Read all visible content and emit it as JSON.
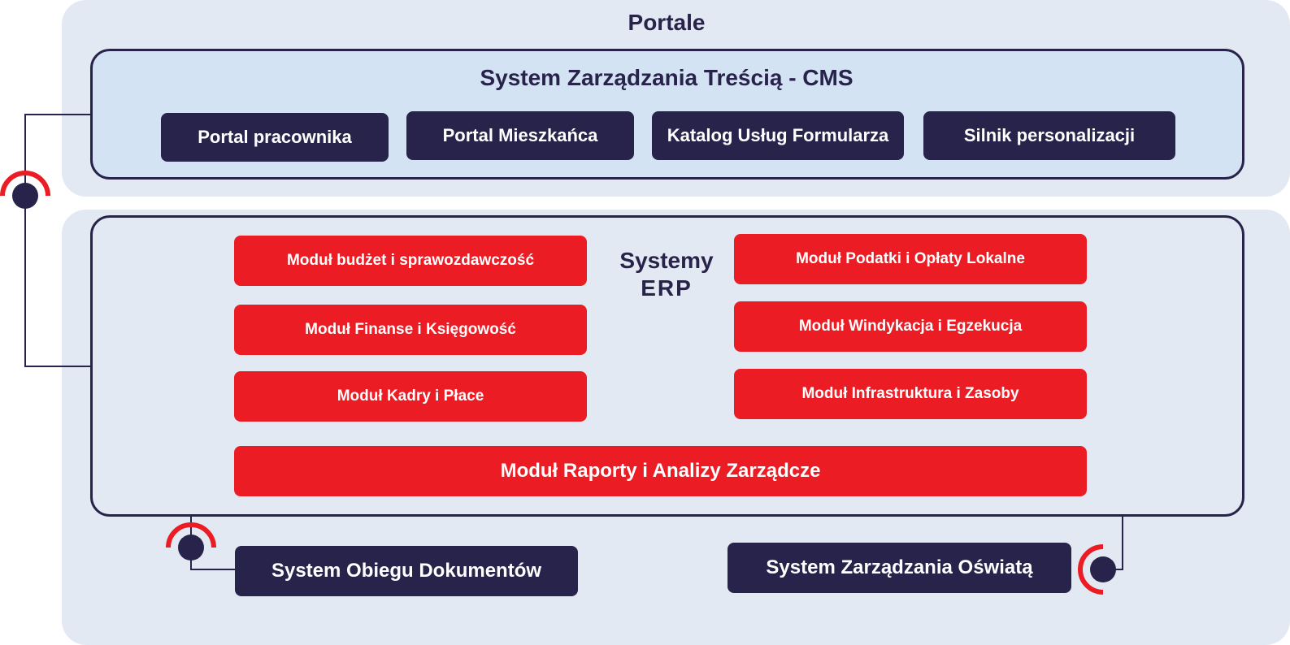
{
  "colors": {
    "navy": "#27234a",
    "red": "#ec1c24",
    "panel_bg": "#e3e9f2",
    "cms_bg": "#d4e3f3"
  },
  "portale": {
    "title": "Portale",
    "cms": {
      "title": "System Zarządzania Treścią - CMS",
      "items": [
        "Portal pracownika",
        "Portal Mieszkańca",
        "Katalog Usług Formularza",
        "Silnik personalizacji"
      ]
    }
  },
  "erp": {
    "title_line1": "Systemy",
    "title_line2": "ERP",
    "left_modules": [
      "Moduł budżet i sprawozdawczość",
      "Moduł Finanse i Księgowość",
      "Moduł Kadry i Płace"
    ],
    "right_modules": [
      "Moduł Podatki i Opłaty Lokalne",
      "Moduł Windykacja i Egzekucja",
      "Moduł Infrastruktura i Zasoby"
    ],
    "wide_module": "Moduł Raporty i Analizy Zarządcze"
  },
  "external": {
    "documents": "System Obiegu Dokumentów",
    "education": "System Zarządzania Oświatą"
  },
  "icons": [
    "interface-socket-icon"
  ]
}
